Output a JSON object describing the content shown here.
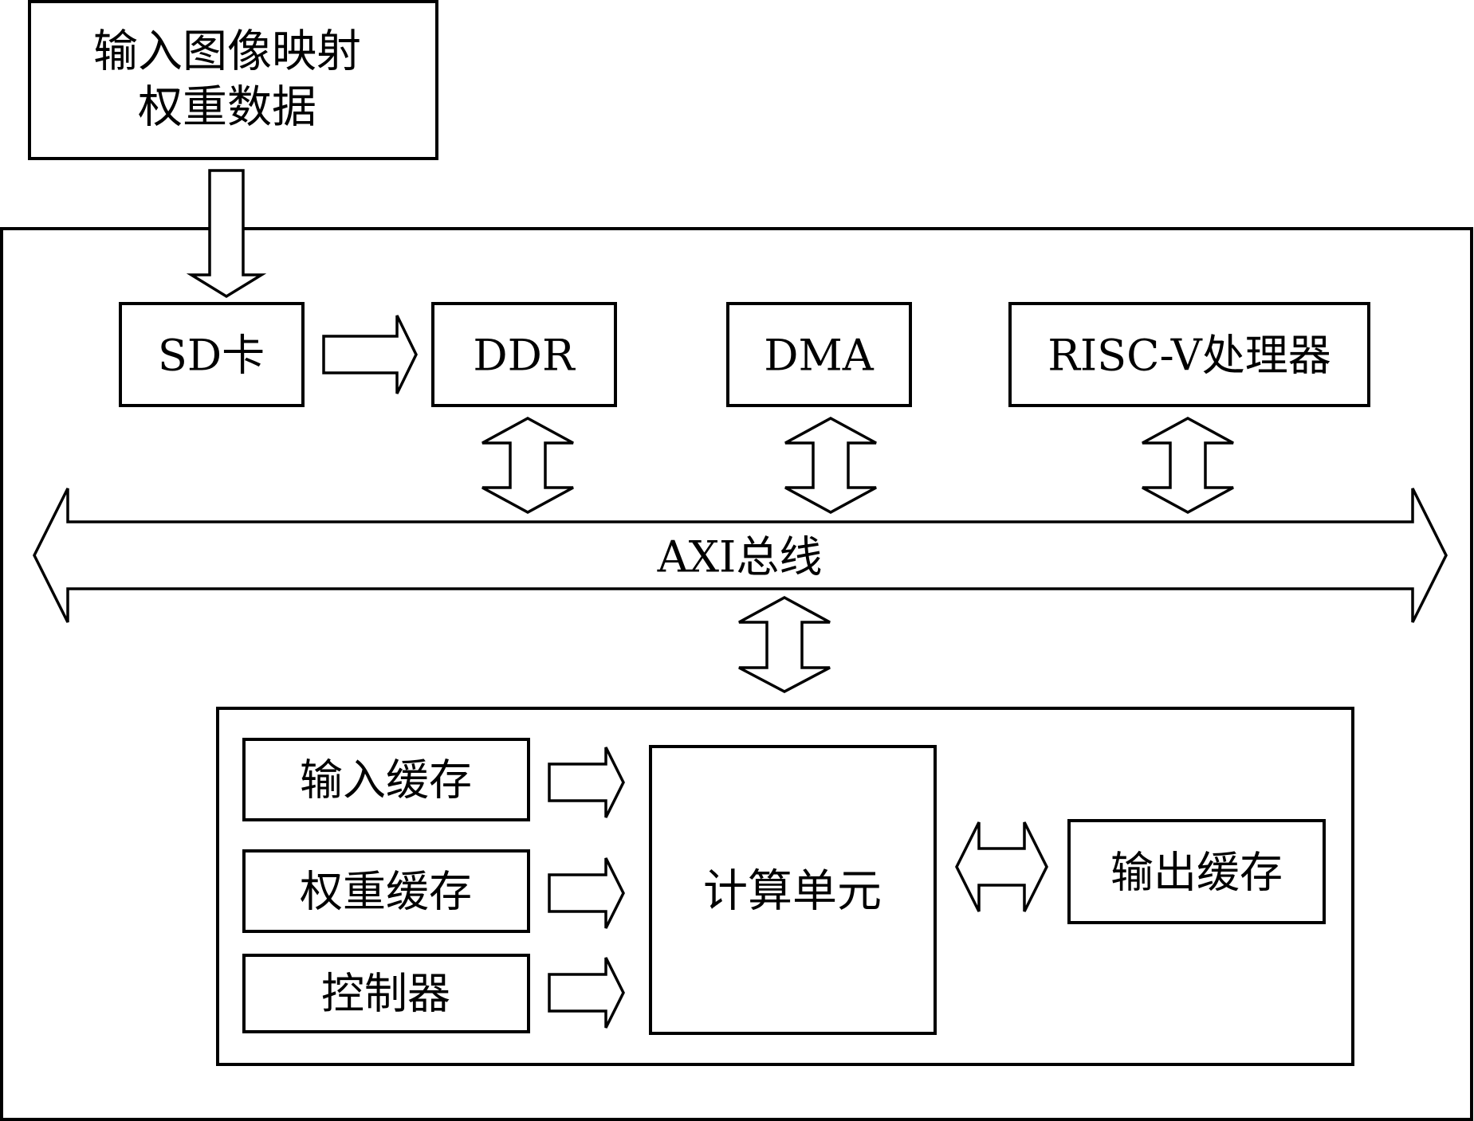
{
  "input_box": {
    "line1": "输入图像映射",
    "line2": "权重数据"
  },
  "top_row": {
    "sd_card": "SD卡",
    "ddr": "DDR",
    "dma": "DMA",
    "risc_v": "RISC-V处理器"
  },
  "bus": {
    "label": "AXI总线"
  },
  "accelerator": {
    "input_buffer": "输入缓存",
    "weight_buffer": "权重缓存",
    "controller": "控制器",
    "compute_unit": "计算单元",
    "output_buffer": "输出缓存"
  }
}
